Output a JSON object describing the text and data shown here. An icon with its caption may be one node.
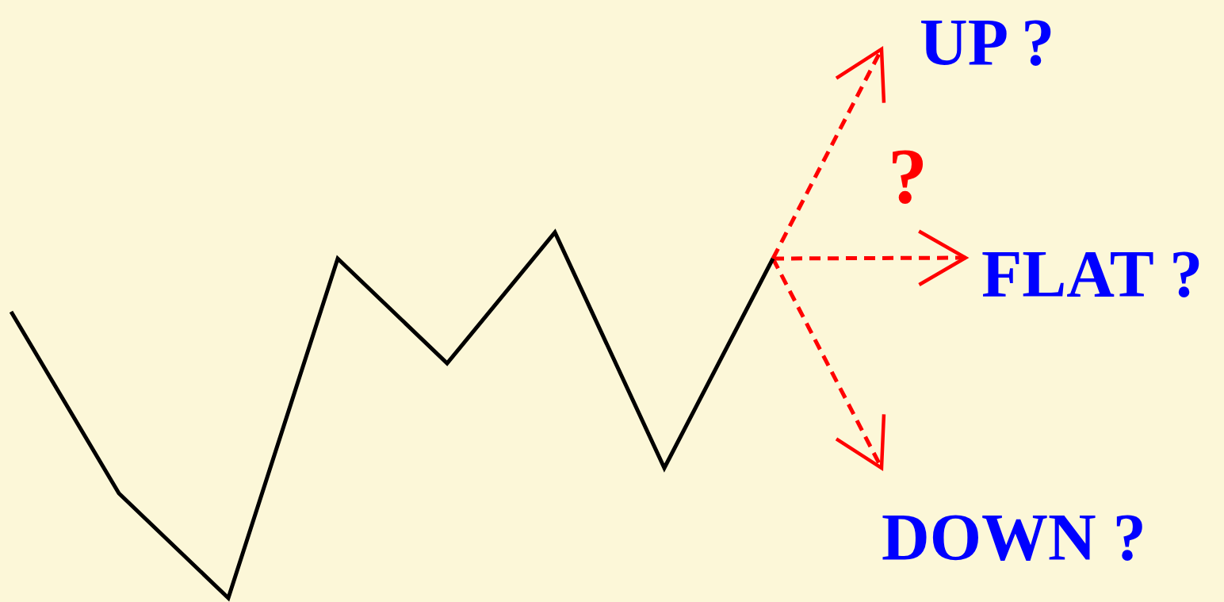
{
  "diagram": {
    "nodes": [
      {
        "text": [],
        "shape": "line"
      },
      {
        "text": [
          "UP ?"
        ]
      },
      {
        "text": [
          "FLAT ?"
        ]
      },
      {
        "text": [
          "DOWN ?"
        ]
      }
    ],
    "edges": [
      {
        "from": 0,
        "to": 1,
        "arrow": "to",
        "style": "dashed"
      },
      {
        "from": 0,
        "to": 2,
        "arrow": "to",
        "style": "dashed"
      },
      {
        "from": 0,
        "to": 3,
        "arrow": "to",
        "style": "dashed"
      }
    ],
    "labels": [
      "?"
    ]
  }
}
